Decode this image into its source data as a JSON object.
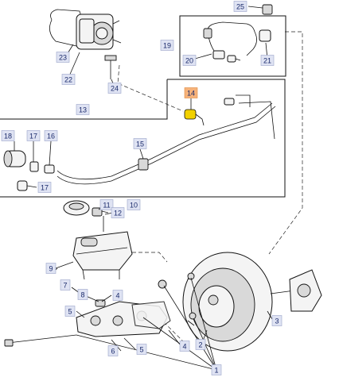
{
  "callouts": [
    {
      "id": "c25",
      "label": "25"
    },
    {
      "id": "c19",
      "label": "19"
    },
    {
      "id": "c20",
      "label": "20"
    },
    {
      "id": "c21",
      "label": "21"
    },
    {
      "id": "c23",
      "label": "23"
    },
    {
      "id": "c22",
      "label": "22"
    },
    {
      "id": "c24",
      "label": "24"
    },
    {
      "id": "c14",
      "label": "14",
      "highlight": true
    },
    {
      "id": "c13",
      "label": "13"
    },
    {
      "id": "c18",
      "label": "18"
    },
    {
      "id": "c17a",
      "label": "17"
    },
    {
      "id": "c16",
      "label": "16"
    },
    {
      "id": "c17b",
      "label": "17"
    },
    {
      "id": "c15",
      "label": "15"
    },
    {
      "id": "c11",
      "label": "11"
    },
    {
      "id": "c10",
      "label": "10"
    },
    {
      "id": "c12",
      "label": "12"
    },
    {
      "id": "c9",
      "label": "9"
    },
    {
      "id": "c7",
      "label": "7"
    },
    {
      "id": "c8",
      "label": "8"
    },
    {
      "id": "c4a",
      "label": "4"
    },
    {
      "id": "c5a",
      "label": "5"
    },
    {
      "id": "c6",
      "label": "6"
    },
    {
      "id": "c5b",
      "label": "5"
    },
    {
      "id": "c4b",
      "label": "4"
    },
    {
      "id": "c2",
      "label": "2"
    },
    {
      "id": "c3",
      "label": "3"
    },
    {
      "id": "c1",
      "label": "1"
    }
  ],
  "colors": {
    "callout_fill": "#dfe3f3",
    "callout_text": "#1a2a6b",
    "highlight_fill": "#f6b27a",
    "line": "#111111"
  }
}
